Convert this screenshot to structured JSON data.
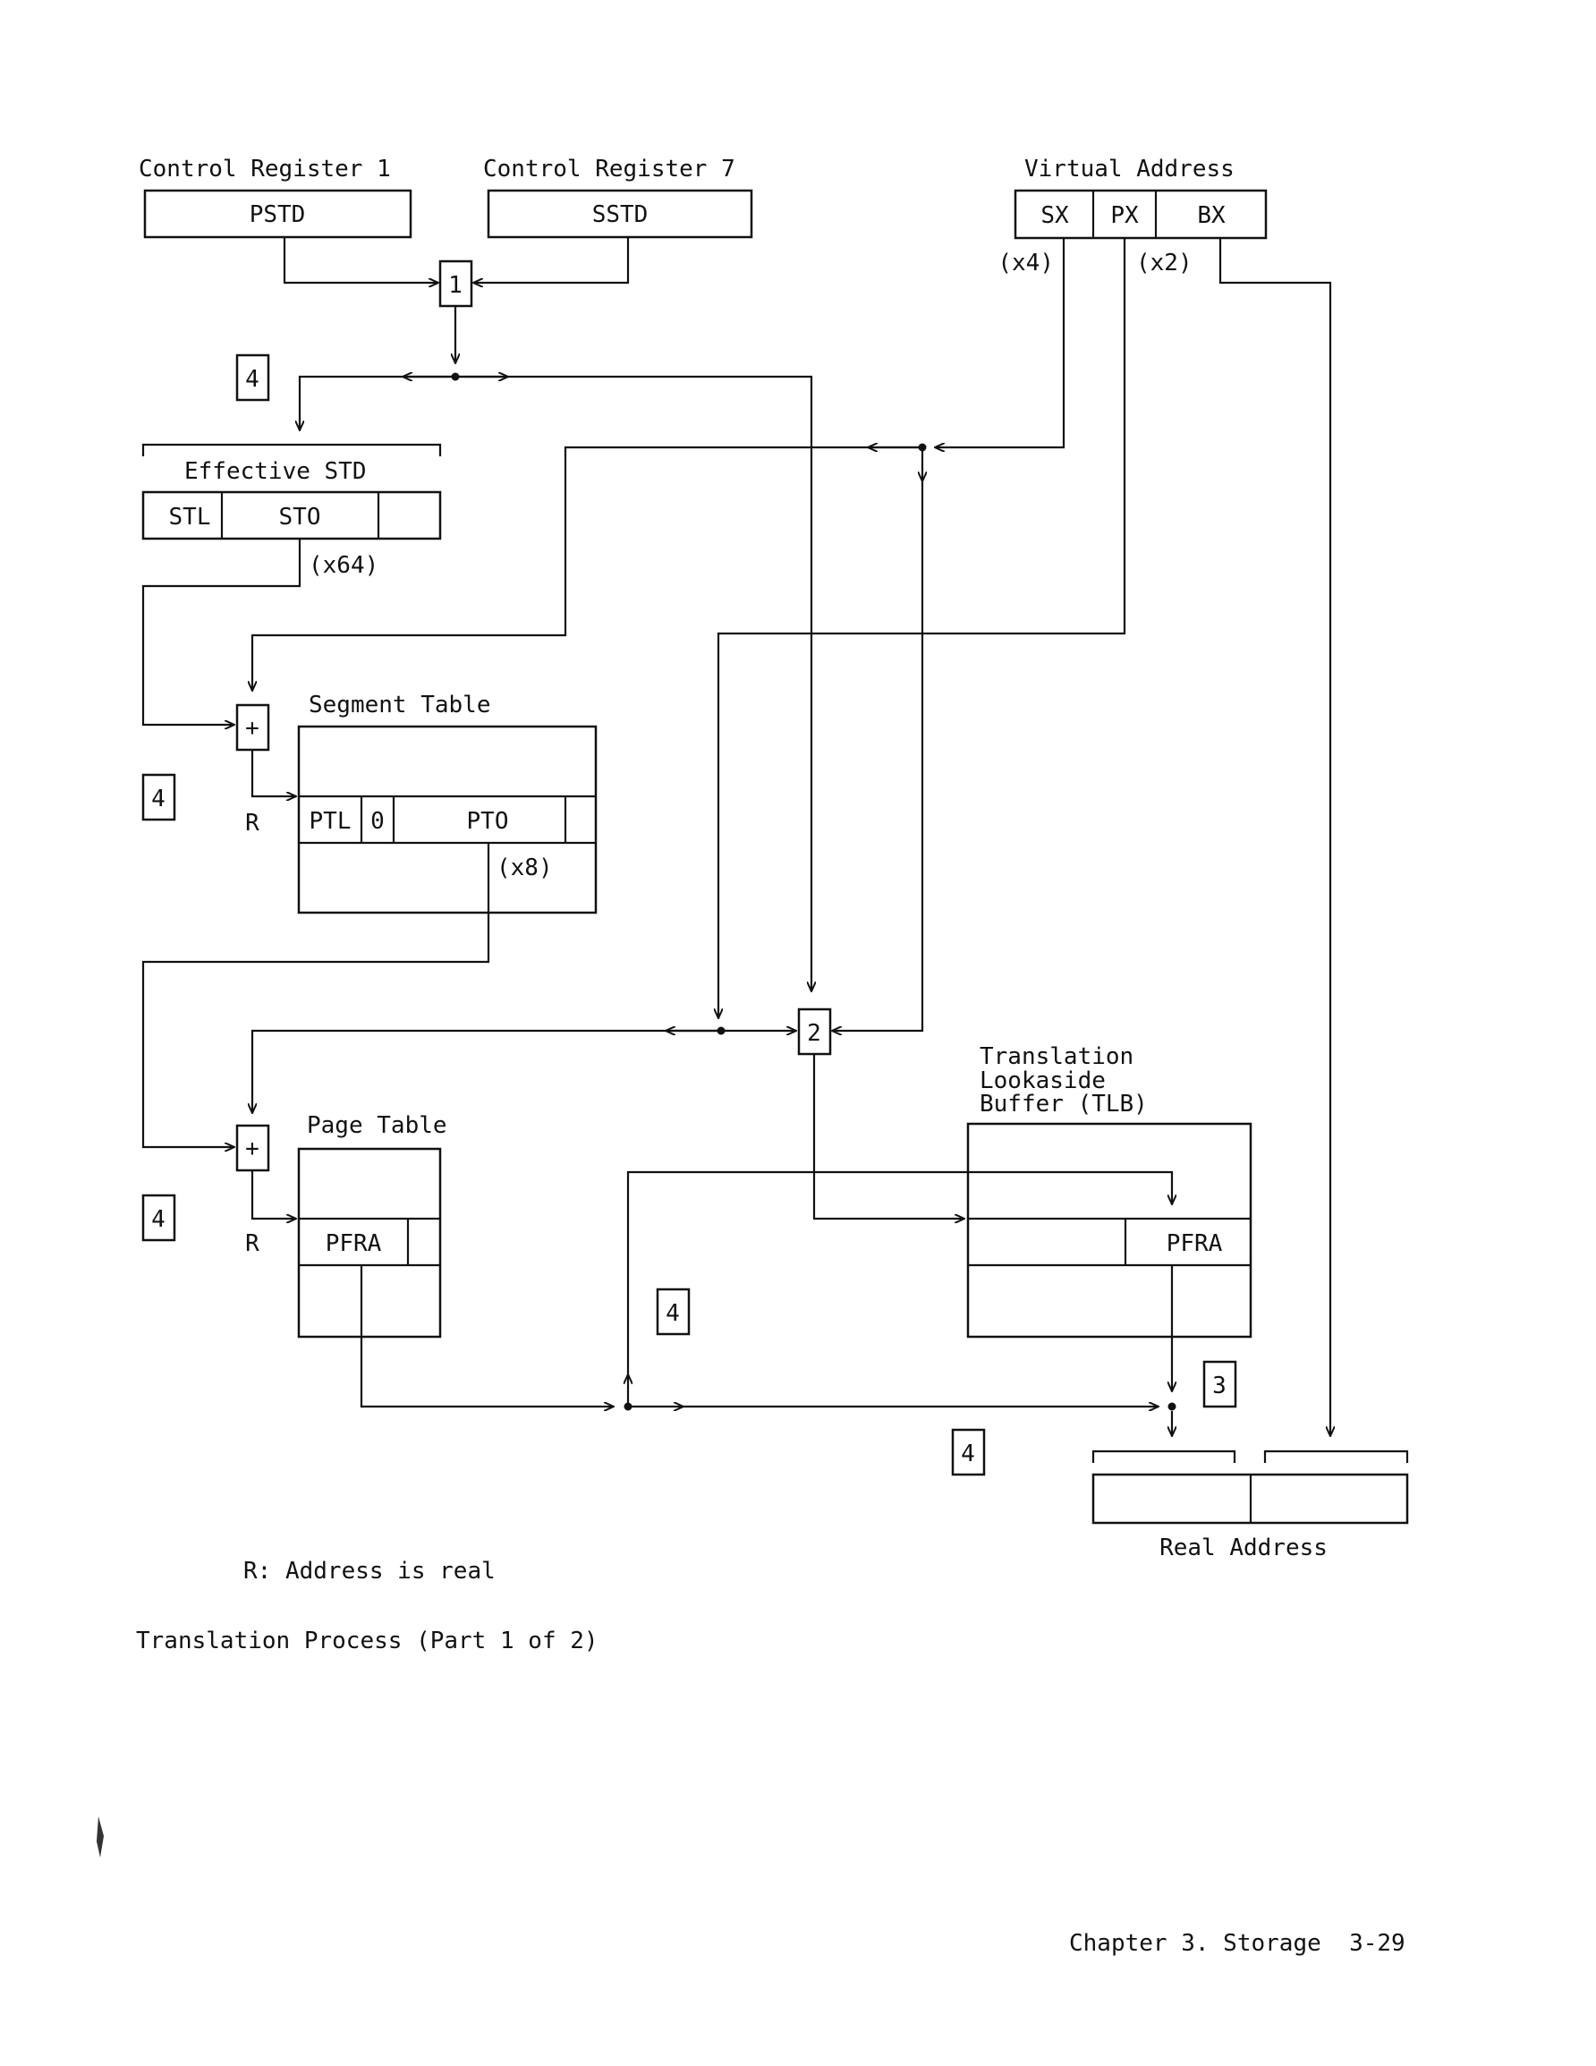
{
  "labels": {
    "cr1": "Control Register 1",
    "cr7": "Control Register 7",
    "va": "Virtual Address",
    "pstd": "PSTD",
    "sstd": "SSTD",
    "sx": "SX",
    "px": "PX",
    "bx": "BX",
    "x4": "(x4)",
    "x2": "(x2)",
    "x64": "(x64)",
    "x8": "(x8)",
    "effective_std": "Effective STD",
    "stl": "STL",
    "sto": "STO",
    "segment_table": "Segment Table",
    "ptl": "PTL",
    "zero": "0",
    "pto": "PTO",
    "page_table": "Page Table",
    "pfra": "PFRA",
    "tlb_line1": "Translation",
    "tlb_line2": "Lookaside",
    "tlb_line3": "Buffer (TLB)",
    "real_address": "Real Address",
    "plus": "+",
    "r": "R"
  },
  "step_markers": {
    "one": "1",
    "two": "2",
    "three": "3",
    "four": "4"
  },
  "legend": "R: Address is real",
  "caption": "Translation Process (Part 1 of 2)",
  "footer": "Chapter 3. Storage  3-29"
}
